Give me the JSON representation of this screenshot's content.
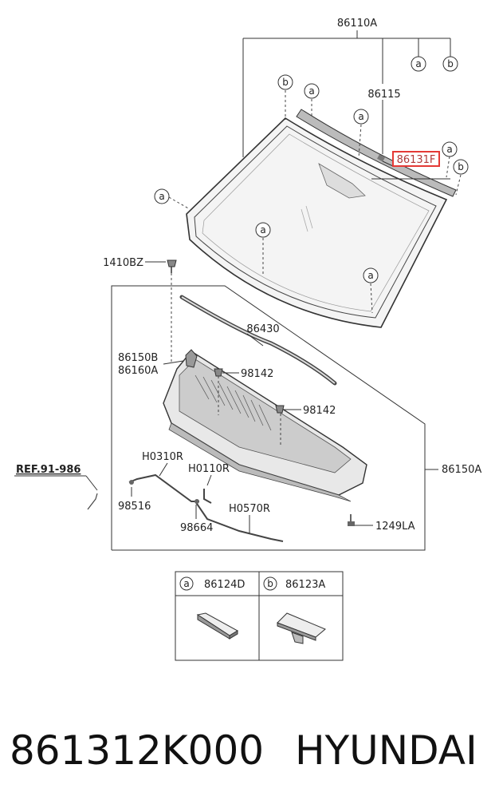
{
  "labels": {
    "p86110A": "86110A",
    "p86115": "86115",
    "p86131F": "86131F",
    "p1410BZ": "1410BZ",
    "p86430": "86430",
    "p86150B": "86150B",
    "p86160A": "86160A",
    "p98142_a": "98142",
    "p98142_b": "98142",
    "p86150A": "86150A",
    "ref": "REF.91-986",
    "pH0310R": "H0310R",
    "pH0110R": "H0110R",
    "p98516": "98516",
    "pH0570R": "H0570R",
    "p98664": "98664",
    "p1249LA": "1249LA"
  },
  "callouts": {
    "a": "a",
    "b": "b"
  },
  "legend": {
    "a_part": "86124D",
    "b_part": "86123A"
  },
  "highlight_color": "#e53935",
  "footer": {
    "part_number": "861312K000",
    "brand": "HYUNDAI"
  }
}
